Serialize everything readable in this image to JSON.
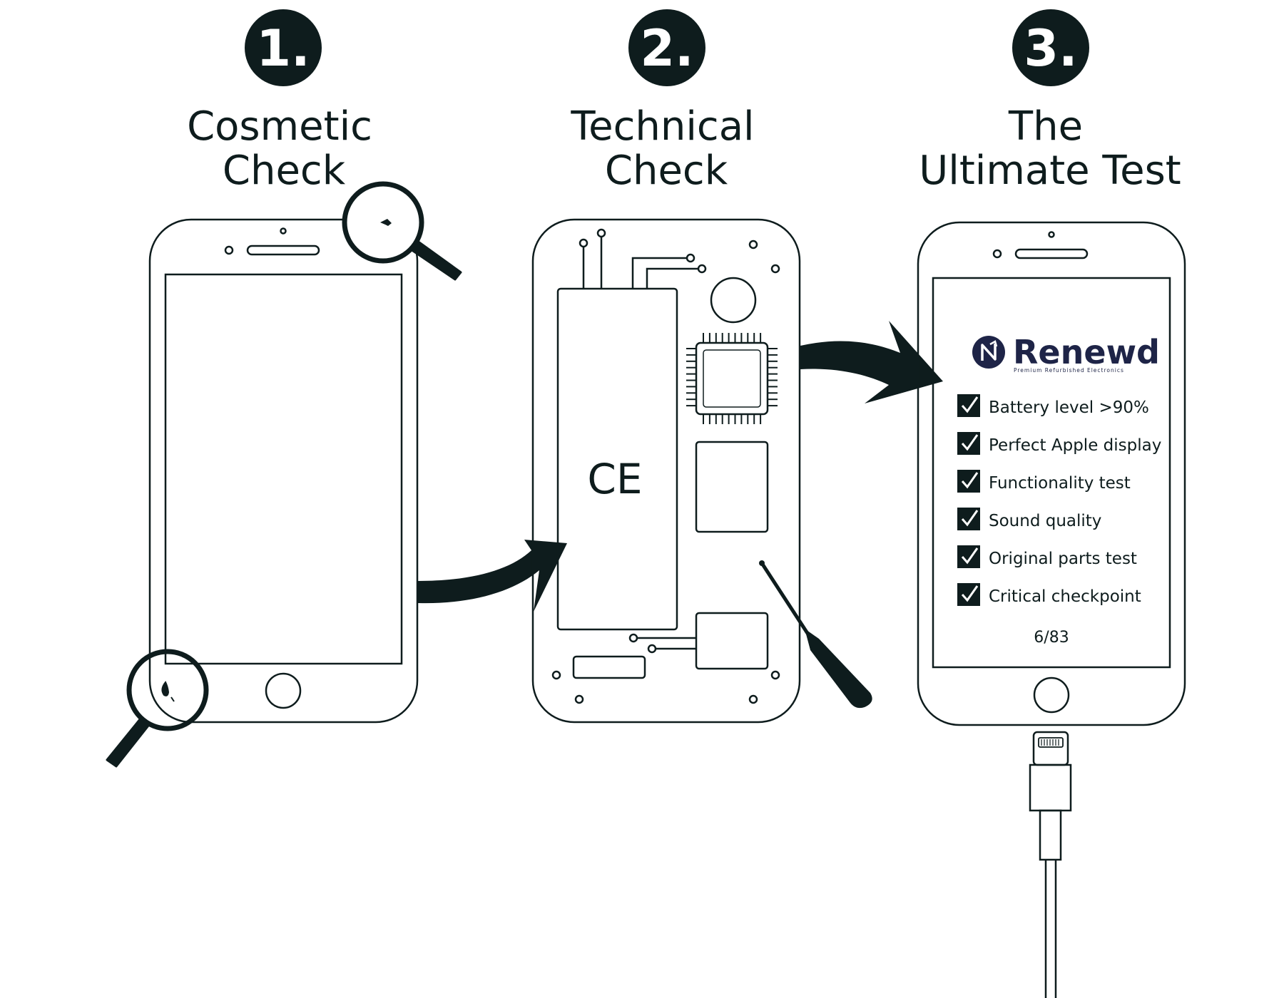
{
  "colors": {
    "ink": "#0e1c1d",
    "brand": "#1e2447",
    "background": "#ffffff"
  },
  "steps": [
    {
      "number": "1.",
      "title_line1": "Cosmetic",
      "title_line2": "Check"
    },
    {
      "number": "2.",
      "title_line1": "Technical",
      "title_line2": "Check"
    },
    {
      "number": "3.",
      "title_line1": "The",
      "title_line2": "Ultimate Test"
    }
  ],
  "phone3": {
    "brand_name": "Renewd",
    "brand_tagline": "Premium Refurbished Electronics",
    "checklist": [
      "Battery level  >90%",
      "Perfect Apple display",
      "Functionality test",
      "Sound quality",
      "Original parts test",
      "Critical checkpoint"
    ],
    "counter": "6/83"
  },
  "phone2": {
    "ce_mark": "CE"
  },
  "icons": [
    "magnifier-icon",
    "screwdriver-icon",
    "arrow-icon",
    "checkbox-icon",
    "lightning-cable-icon",
    "renewd-logo-icon",
    "chip-icon"
  ]
}
